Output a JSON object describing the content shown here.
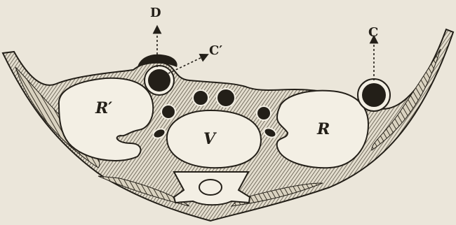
{
  "labels": {
    "dorsal": "D",
    "c_prime": "C′",
    "c": "C",
    "r_prime": "R′",
    "v": "V",
    "r": "R"
  },
  "colors": {
    "paper": "#ebe6da",
    "ink": "#231f18",
    "hatch": "#4b4436",
    "cavity": "#f3efe4"
  }
}
